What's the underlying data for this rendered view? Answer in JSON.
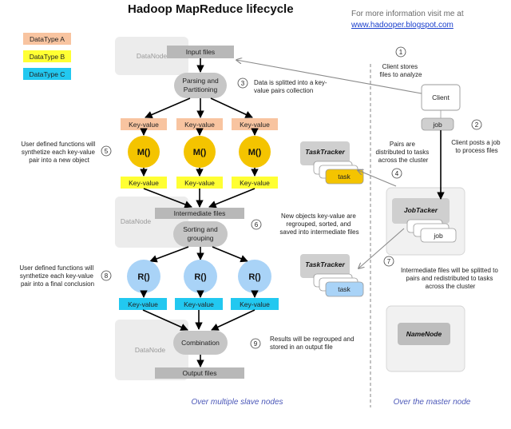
{
  "title": "Hadoop MapReduce lifecycle",
  "info_text": "For more information visit me at",
  "info_link": "www.hadooper.blogspot.com",
  "legend": [
    {
      "label": "DataType A",
      "color": "#f8c4a0"
    },
    {
      "label": "DataType B",
      "color": "#ffff33"
    },
    {
      "label": "DataType C",
      "color": "#22c8f0"
    }
  ],
  "datanode_label": "DataNode",
  "input_files": "Input files",
  "parsing": [
    "Parsing and",
    "Partitioning"
  ],
  "key_value": "Key-value",
  "map_fn": "M()",
  "intermediate_files": "Intermediate files",
  "sorting": [
    "Sorting and",
    "grouping"
  ],
  "reduce_fn": "R()",
  "combination": "Combination",
  "output_files": "Output files",
  "client": "Client",
  "job": "job",
  "task": "task",
  "tasktracker": "TaskTracker",
  "jobtracker": "JobTacker",
  "namenode": "NameNode",
  "steps": [
    {
      "num": "1",
      "lines": [
        "Client stores",
        "files to analyze"
      ]
    },
    {
      "num": "2",
      "lines": [
        "Client posts a job",
        "to process files"
      ]
    },
    {
      "num": "3",
      "lines": [
        "Data is splitted into a key-",
        "value pairs collection"
      ]
    },
    {
      "num": "4",
      "lines": [
        "Pairs are",
        "distributed to tasks",
        "across the cluster"
      ]
    },
    {
      "num": "5",
      "lines": [
        "User defined functions will",
        "synthetize each key-value",
        "pair into a new object"
      ]
    },
    {
      "num": "6",
      "lines": [
        "New objects key-value are",
        "regrouped, sorted, and",
        "saved into intermediate files"
      ]
    },
    {
      "num": "7",
      "lines": [
        "Intermediate files will be splitted to",
        "pairs and redistributed to tasks",
        "across the cluster"
      ]
    },
    {
      "num": "8",
      "lines": [
        "User defined functions will",
        "synthetize each key-value",
        "pair into a final conclusion"
      ]
    },
    {
      "num": "9",
      "lines": [
        "Results will be regrouped and",
        "stored in an output file"
      ]
    }
  ],
  "footer_slave": "Over multiple slave nodes",
  "footer_master": "Over the master node"
}
